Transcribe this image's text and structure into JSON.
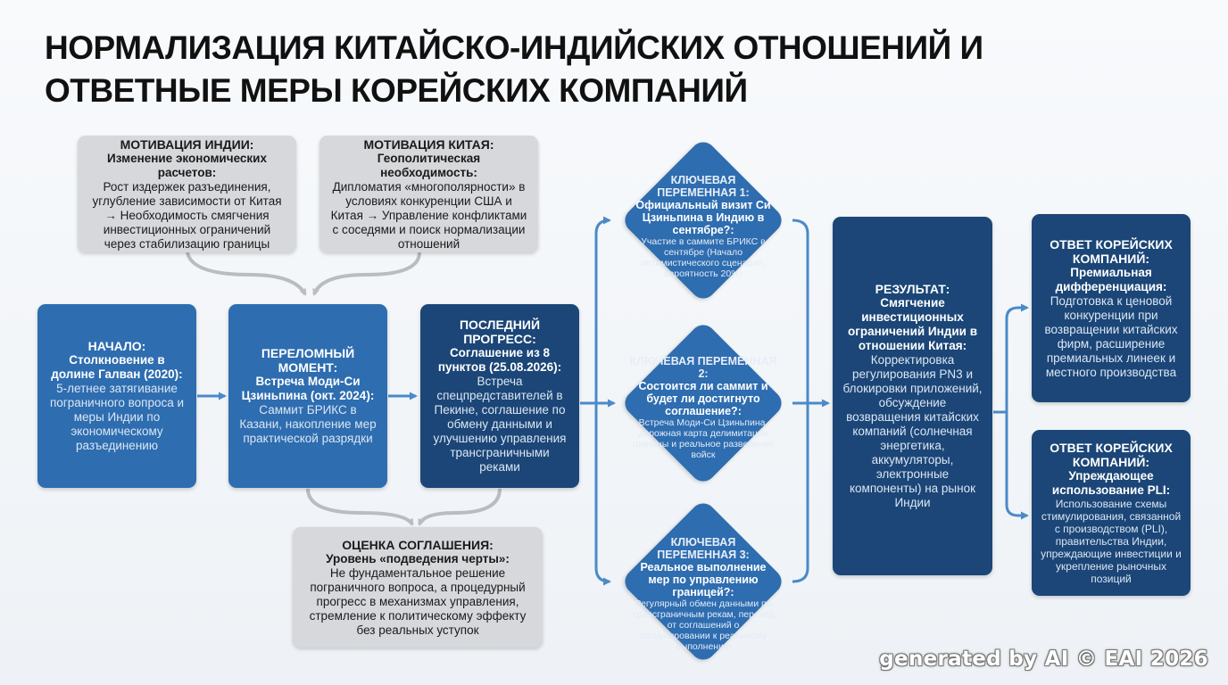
{
  "title": {
    "line1": "НОРМАЛИЗАЦИЯ КИТАЙСКО-ИНДИЙСКИХ ОТНОШЕНИЙ И",
    "line2": "ОТВЕТНЫЕ МЕРЫ КОРЕЙСКИХ КОМПАНИЙ"
  },
  "india_motivation": {
    "heading": "МОТИВАЦИЯ ИНДИИ:",
    "subheading": "Изменение экономических расчетов:",
    "text": "Рост издержек разъединения, углубление зависимости от Китая → Необходимость смягчения инвестиционных ограничений через стабилизацию границы"
  },
  "china_motivation": {
    "heading": "МОТИВАЦИЯ КИТАЯ:",
    "subheading": "Геополитическая необходимость:",
    "text": "Дипломатия «многополярности» в условиях конкуренции США и Китая → Управление конфликтами с соседями и поиск нормализации отношений"
  },
  "start": {
    "heading": "НАЧАЛО:",
    "subheading": "Столкновение в долине Галван (2020):",
    "text": "5-летнее затягивание пограничного вопроса и меры Индии по экономическому разъединению"
  },
  "turning_point": {
    "heading": "ПЕРЕЛОМНЫЙ МОМЕНТ:",
    "subheading": "Встреча Моди-Си Цзиньпина (окт. 2024):",
    "text": "Саммит БРИКС в Казани, накопление мер практической разрядки"
  },
  "latest_progress": {
    "heading": "ПОСЛЕДНИЙ ПРОГРЕСС:",
    "subheading": "Соглашение из 8 пунктов (25.08.2026):",
    "text": "Встреча спецпредставителей в Пекине, соглашение по обмену данными и улучшению управления трансграничными реками"
  },
  "assessment": {
    "heading": "ОЦЕНКА СОГЛАШЕНИЯ:",
    "subheading": "Уровень «подведения черты»:",
    "text": "Не фундаментальное решение пограничного вопроса, а процедурный прогресс в механизмах управления, стремление к политическому эффекту без реальных уступок"
  },
  "variables": [
    {
      "heading": "КЛЮЧЕВАЯ ПЕРЕМЕННАЯ 1:",
      "question": "Официальный визит Си Цзиньпина в Индию в сентябре?:",
      "text": "Участие в саммите БРИКС в сентябре (Начало оптимистического сценария, вероятность 20%)"
    },
    {
      "heading": "КЛЮЧЕВАЯ ПЕРЕМЕННАЯ 2:",
      "question": "Состоится ли саммит и будет ли достигнуто соглашение?:",
      "text": "Встреча Моди-Си Цзиньпина, дорожная карта делимитации границы и реальное разведение войск"
    },
    {
      "heading": "КЛЮЧЕВАЯ ПЕРЕМЕННАЯ 3:",
      "question": "Реальное выполнение мер по управлению границей?:",
      "text": "Регулярный обмен данными по трансграничным рекам, переход от соглашений о патрулировании к реальному выполнению"
    }
  ],
  "result": {
    "heading": "РЕЗУЛЬТАТ:",
    "subheading": "Смягчение инвестиционных ограничений Индии в отношении Китая:",
    "text": "Корректировка регулирования PN3 и блокировки приложений, обсуждение возвращения китайских компаний (солнечная энергетика, аккумуляторы, электронные компоненты) на рынок Индии"
  },
  "korean_response_1": {
    "heading": "ОТВЕТ КОРЕЙСКИХ КОМПАНИЙ:",
    "subheading": "Премиальная дифференциация:",
    "text": "Подготовка к ценовой конкуренции при возвращении китайских фирм, расширение премиальных линеек и местного производства"
  },
  "korean_response_2": {
    "heading": "ОТВЕТ КОРЕЙСКИХ КОМПАНИЙ:",
    "subheading": "Упреждающее использование PLI:",
    "text": "Использование схемы стимулирования, связанной с производством (PLI), правительства Индии, упреждающие инвестиции и укрепление рыночных позиций"
  },
  "watermark": "generated by AI © EAI 2026",
  "colors": {
    "grey_box": "#d6d8db",
    "mid_blue": "#2e6db0",
    "dark_blue": "#1b4677",
    "connector_grey": "#b9bcc0",
    "connector_blue": "#4a8ac9"
  }
}
